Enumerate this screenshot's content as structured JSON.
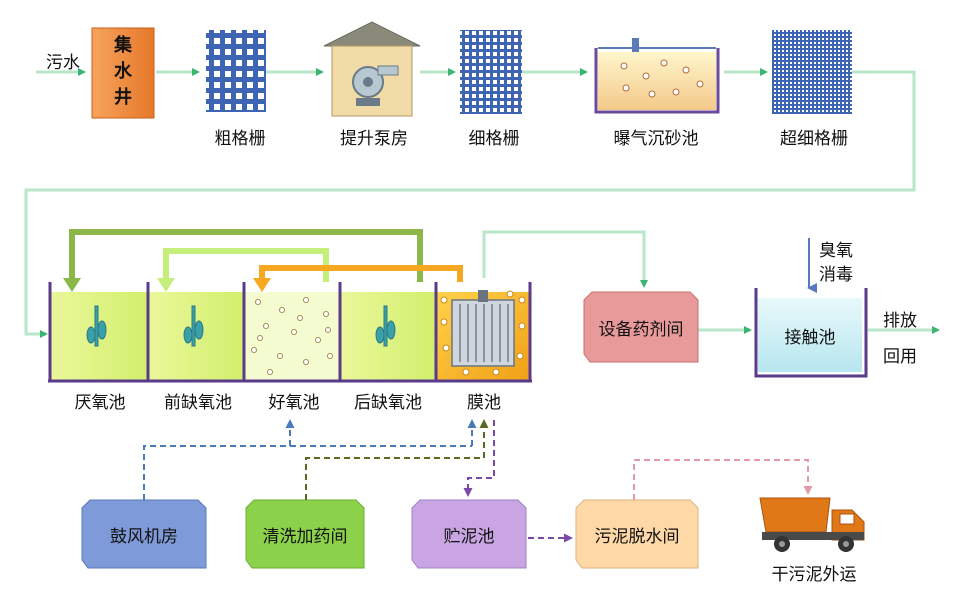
{
  "inflow": "污水",
  "collection_well": "集水井",
  "pretreatment": [
    {
      "label": "粗格栅"
    },
    {
      "label": "提升泵房"
    },
    {
      "label": "细格栅"
    },
    {
      "label": "曝气沉砂池"
    },
    {
      "label": "超细格栅"
    }
  ],
  "tanks": [
    {
      "label": "厌氧池"
    },
    {
      "label": "前缺氧池"
    },
    {
      "label": "好氧池"
    },
    {
      "label": "后缺氧池"
    },
    {
      "label": "膜池"
    }
  ],
  "equipment_room": "设备药剂间",
  "contact_tank": "接触池",
  "ozone_line1": "臭氧",
  "ozone_line2": "消毒",
  "discharge": "排放",
  "reuse": "回用",
  "blower_room": "鼓风机房",
  "cleaning_dosing": "清洗加药间",
  "sludge_storage": "贮泥池",
  "dewatering": "污泥脱水间",
  "dry_sludge_transport": "干污泥外运",
  "colors": {
    "flow_line": "#b8e6c8",
    "arrow_green": "#3cb371",
    "recycle_dark_green": "#8cb84a",
    "recycle_light_green": "#c6ee7a",
    "recycle_orange": "#f5a820",
    "grid_blue": "#3e64b4",
    "blower_blue": "#7e9ad8",
    "cleaning_green": "#8bd14a",
    "sludge_purple": "#c9a6e3",
    "dewater_orange": "#ffd8a8",
    "equipment_pink": "#e89a9a",
    "contact_blue": "#cdeef3",
    "truck_orange": "#e07818"
  }
}
